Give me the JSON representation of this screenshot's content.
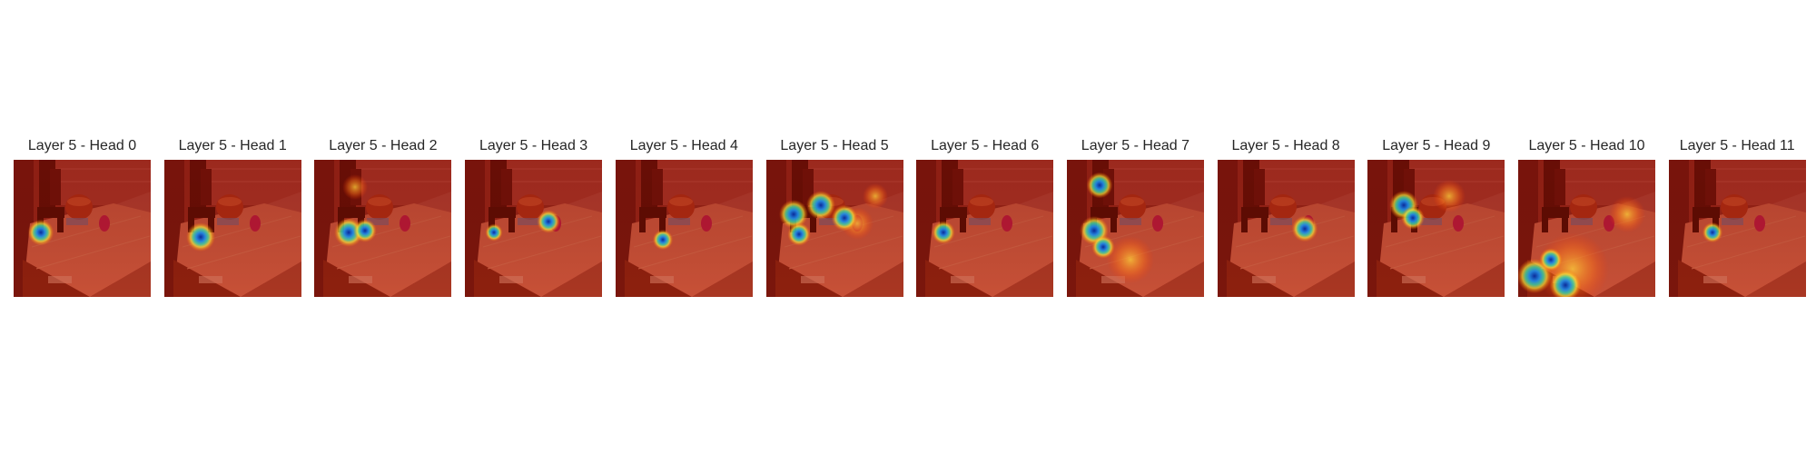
{
  "figure": {
    "panels": [
      {
        "title": "Layer 5 - Head 0"
      },
      {
        "title": "Layer 5 - Head 1"
      },
      {
        "title": "Layer 5 - Head 2"
      },
      {
        "title": "Layer 5 - Head 3"
      },
      {
        "title": "Layer 5 - Head 4"
      },
      {
        "title": "Layer 5 - Head 5"
      },
      {
        "title": "Layer 5 - Head 6"
      },
      {
        "title": "Layer 5 - Head 7"
      },
      {
        "title": "Layer 5 - Head 8"
      },
      {
        "title": "Layer 5 - Head 9"
      },
      {
        "title": "Layer 5 - Head 10"
      },
      {
        "title": "Layer 5 - Head 11"
      }
    ]
  }
}
